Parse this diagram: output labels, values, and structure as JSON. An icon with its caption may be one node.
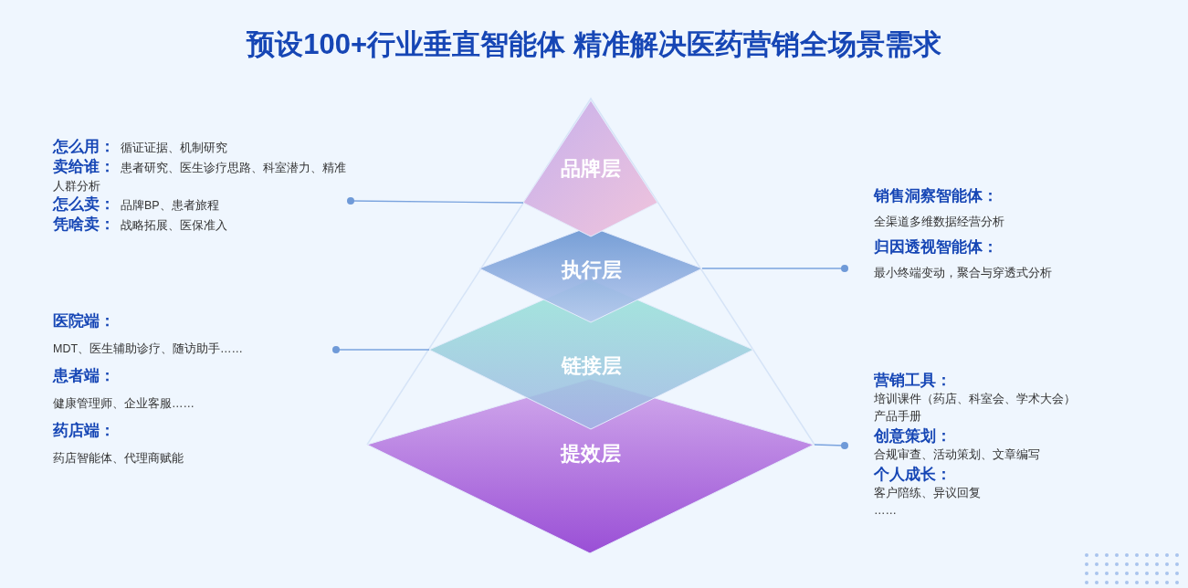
{
  "diagram": {
    "title": "预设100+行业垂直智能体 精准解决医药营销全场景需求",
    "nodes": [
      {
        "text": [
          "品牌层"
        ]
      },
      {
        "text": [
          "执行层"
        ]
      },
      {
        "text": [
          "链接层"
        ]
      },
      {
        "text": [
          "提效层"
        ]
      },
      {
        "text": [
          "怎么用：",
          "循证证据、机制研究",
          "卖给谁：",
          "患者研究、医生诊疗思路、科室潜力、精准人群分析",
          "怎么卖：",
          "品牌BP、患者旅程",
          "凭啥卖：",
          "战略拓展、医保准入"
        ]
      },
      {
        "text": [
          "销售洞察智能体：",
          "全渠道多维数据经营分析",
          "归因透视智能体：",
          "最小终端变动，聚合与穿透式分析"
        ]
      },
      {
        "text": [
          "医院端：",
          "MDT、医生辅助诊疗、随访助手……",
          "患者端：",
          "健康管理师、企业客服……",
          "药店端：",
          "药店智能体、代理商赋能"
        ]
      },
      {
        "text": [
          "营销工具：",
          "培训课件（药店、科室会、学术大会）",
          "产品手册",
          "创意策划：",
          "合规审查、活动策划、文章编写",
          "个人成长：",
          "客户陪练、异议回复",
          "……"
        ]
      }
    ],
    "edges": [
      {
        "from": 4,
        "to": 0,
        "arrow": "other"
      },
      {
        "from": 5,
        "to": 1,
        "arrow": "other"
      },
      {
        "from": 6,
        "to": 2,
        "arrow": "other"
      },
      {
        "from": 7,
        "to": 3,
        "arrow": "other"
      }
    ]
  }
}
